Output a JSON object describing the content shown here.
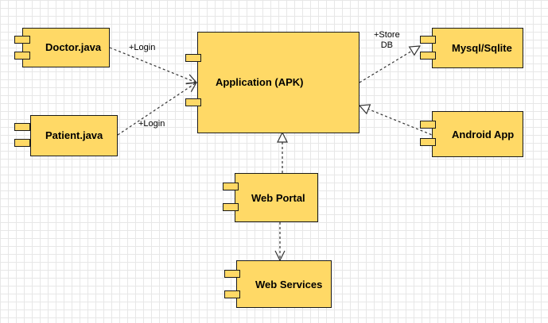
{
  "colors": {
    "fill": "#FFD966",
    "stroke": "#1A1A1A",
    "edge": "#333333"
  },
  "components": {
    "doctor": "Doctor.java",
    "patient": "Patient.java",
    "application": "Application (APK)",
    "mysql": "Mysql/Sqlite",
    "android": "Android App",
    "web_portal": "Web Portal",
    "web_services": "Web Services"
  },
  "edges": {
    "doctor_login": "+Login",
    "patient_login": "+Login",
    "store_db_1": "+Store",
    "store_db_2": "DB"
  }
}
